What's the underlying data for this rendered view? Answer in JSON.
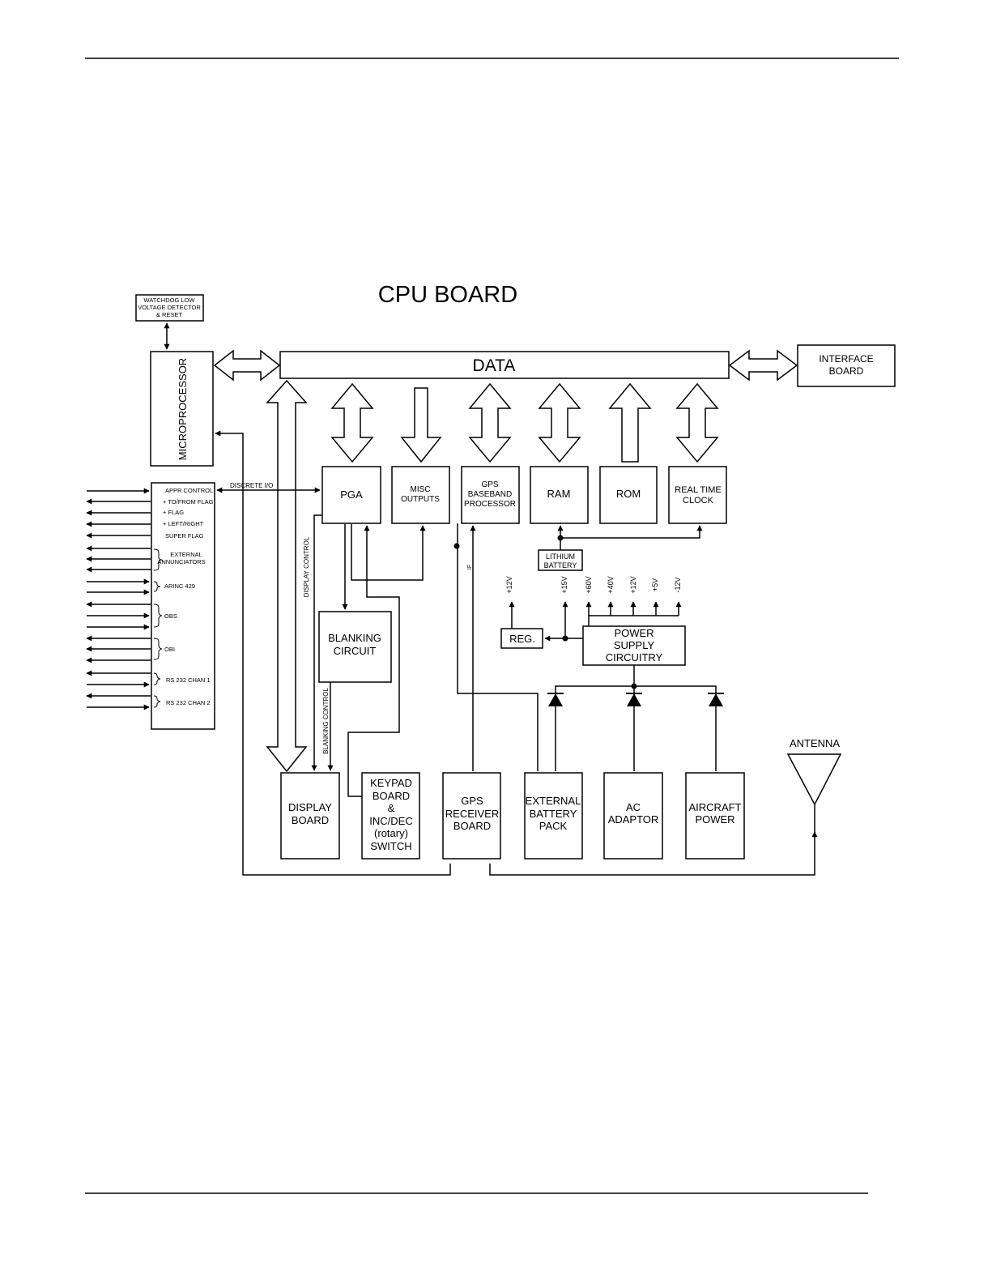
{
  "title": "CPU BOARD",
  "blocks": {
    "watchdog": [
      "WATCHDOG LOW",
      "VOLTAGE DETECTOR",
      "& RESET"
    ],
    "microprocessor": "MICROPROCESSOR",
    "data": "DATA",
    "interface": [
      "INTERFACE",
      "BOARD"
    ],
    "pga": "PGA",
    "misc": [
      "MISC",
      "OUTPUTS"
    ],
    "gps_baseband": [
      "GPS",
      "BASEBAND",
      "PROCESSOR"
    ],
    "ram": "RAM",
    "rom": "ROM",
    "rtc": [
      "REAL TIME",
      "CLOCK"
    ],
    "lithium": [
      "LITHIUM",
      "BATTERY"
    ],
    "blanking": [
      "BLANKING",
      "CIRCUIT"
    ],
    "reg": "REG.",
    "power_supply": [
      "POWER",
      "SUPPLY",
      "CIRCUITRY"
    ],
    "display_board": [
      "DISPLAY",
      "BOARD"
    ],
    "keypad": [
      "KEYPAD",
      "BOARD",
      "&",
      "INC/DEC",
      "(rotary)",
      "SWITCH"
    ],
    "gps_receiver": [
      "GPS",
      "RECEIVER",
      "BOARD"
    ],
    "ext_battery": [
      "EXTERNAL",
      "BATTERY",
      "PACK"
    ],
    "ac_adaptor": [
      "AC",
      "ADAPTOR"
    ],
    "aircraft_power": [
      "AIRCRAFT",
      "POWER"
    ],
    "antenna": "ANTENNA"
  },
  "io_labels": [
    "APPR CONTROL",
    "+ TO/FROM FLAG",
    "+ FLAG",
    "+ LEFT/RIGHT",
    "SUPER FLAG",
    "EXTERNAL",
    "ANNUNCIATORS",
    "ARINC 429",
    "OBS",
    "OBI",
    "RS 232 CHAN 1",
    "RS 232 CHAN 2"
  ],
  "signals": {
    "discrete": "DISCRETE I/O",
    "display_control": "DISPLAY CONTROL",
    "blanking_control": "BLANKING CONTROL",
    "if": "IF"
  },
  "voltages": [
    "+12V",
    "+15V",
    "+60V",
    "+40V",
    "+12V",
    "+5V",
    "-12V"
  ]
}
